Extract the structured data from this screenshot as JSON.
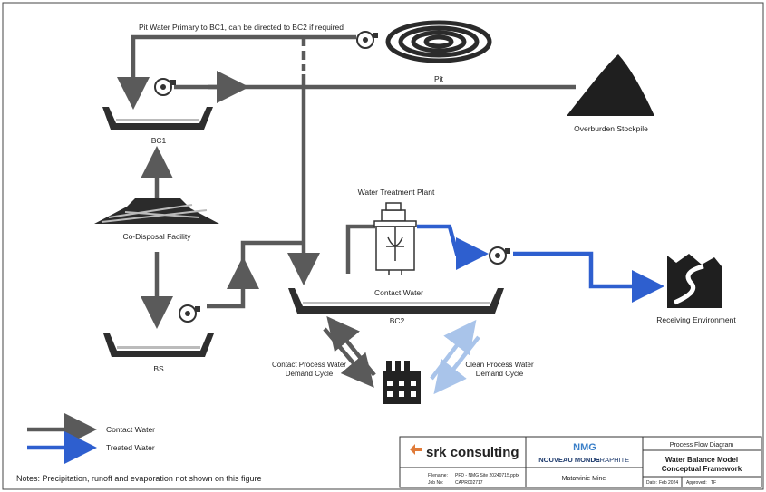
{
  "labels": {
    "pit_water_note": "Pit Water Primary to BC1, can be directed to BC2 if required",
    "pit": "Pit",
    "bc1": "BC1",
    "overburden": "Overburden Stockpile",
    "codisposal": "Co-Disposal Facility",
    "wtp": "Water Treatment Plant",
    "contact_water": "Contact  Water",
    "bc2": "BC2",
    "bs": "BS",
    "receiving": "Receiving Environment",
    "contact_cycle_1": "Contact Process Water",
    "contact_cycle_2": "Demand Cycle",
    "clean_cycle_1": "Clean Process Water",
    "clean_cycle_2": "Demand Cycle"
  },
  "legend": {
    "contact": "Contact Water",
    "treated": "Treated Water"
  },
  "notes": "Notes: Precipitation, runoff and evaporation not shown on this figure",
  "title_block": {
    "srk": "srk consulting",
    "nmg_mark": "NMG",
    "nmg_name": "NOUVEAU MONDE",
    "nmg_suffix": "GRAPHITE",
    "diagram_type": "Process Flow Diagram",
    "title_1": "Water Balance Model",
    "title_2": "Conceptual Framework",
    "filename_label": "Filename:",
    "filename_value": "PFD - NMG Site 20240715.pptx",
    "jobno_label": "Job No:",
    "jobno_value": "CAPR002717",
    "site": "Matawinie Mine",
    "date_label": "Date:",
    "date_value": "Feb 2024",
    "approved_label": "Approved:",
    "approved_value": "TF"
  },
  "colors": {
    "contact": "#5a5a5a",
    "treated": "#2e5fcf",
    "clean": "#a9c4ea"
  }
}
